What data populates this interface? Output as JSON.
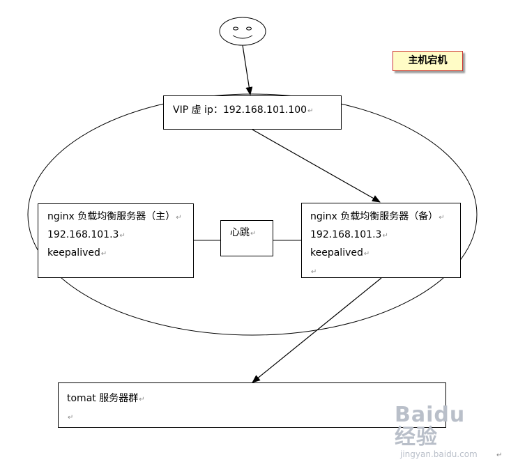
{
  "host_label": "主机宕机",
  "paragraph_mark": "↵",
  "vip_box": {
    "lines": [
      "VIP 虚 ip：192.168.101.100"
    ]
  },
  "primary_box": {
    "lines": [
      "nginx 负载均衡服务器（主）",
      "192.168.101.3",
      "keepalived"
    ]
  },
  "heartbeat_box": {
    "lines": [
      "心跳"
    ]
  },
  "backup_box": {
    "lines": [
      "nginx 负载均衡服务器（备）",
      "192.168.101.3",
      "keepalived",
      ""
    ]
  },
  "tomcat_box": {
    "lines": [
      "tomat 服务器群",
      ""
    ]
  },
  "watermark": {
    "logo": "Baidu 经验",
    "site": "jingyan.baidu.com"
  },
  "colors": {
    "host_label_bg": "#fffcc6",
    "host_label_border": "#cc3333",
    "watermark": "#b9bfc9"
  }
}
